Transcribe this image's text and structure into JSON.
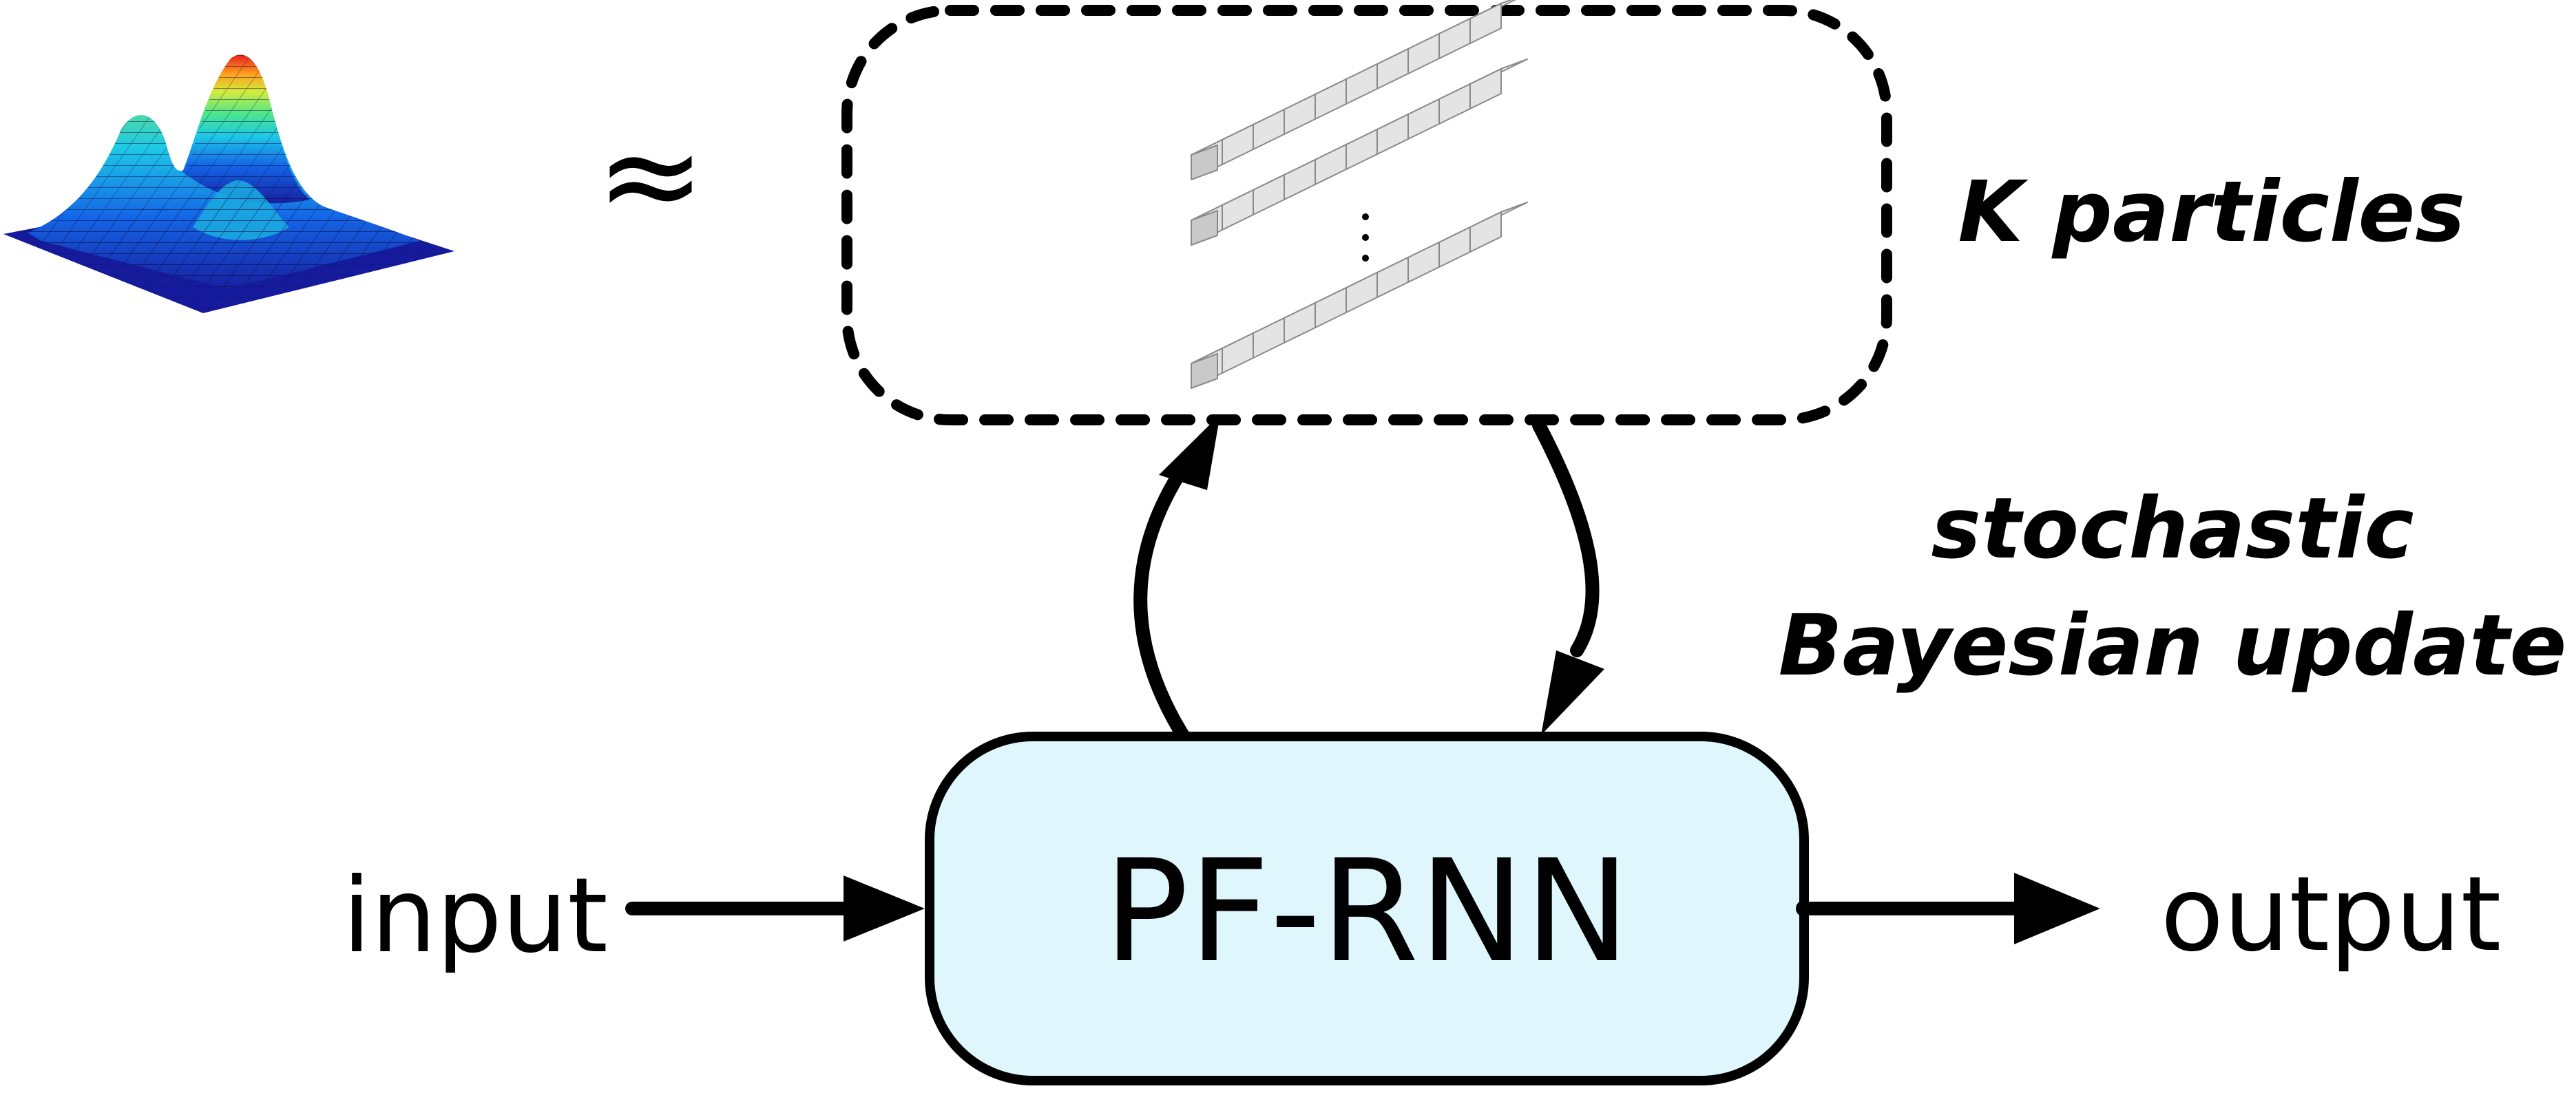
{
  "symbols": {
    "approx": "≈"
  },
  "labels": {
    "particles": "K particles",
    "update_line1": "stochastic",
    "update_line2": "Bayesian update",
    "input": "input",
    "output": "output",
    "model": "PF-RNN"
  },
  "colors": {
    "stroke": "#000000",
    "model_fill": "#dff7fc",
    "particle_top": "#f6f6f6",
    "particle_front": "#e4e4e4",
    "particle_side": "#c9c9c9",
    "particle_edge": "#8a8a8a"
  },
  "icons": {
    "distribution": "3d-bimodal-density-surface-icon",
    "particle": "particle-vector-bar-icon",
    "ellipsis": "vertical-ellipsis-icon"
  }
}
